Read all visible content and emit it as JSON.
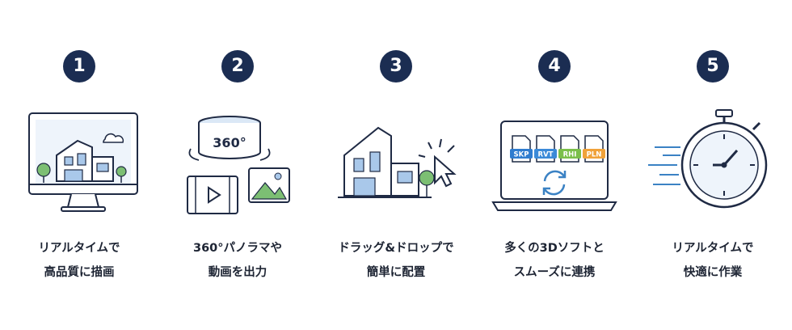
{
  "features": [
    {
      "number": "1",
      "line1": "リアルタイムで",
      "line2": "高品質に描画"
    },
    {
      "number": "2",
      "line1": "360°パノラマや",
      "line2": "動画を出力",
      "sphere_label": "360°"
    },
    {
      "number": "3",
      "line1": "ドラッグ&ドロップで",
      "line2": "簡単に配置"
    },
    {
      "number": "4",
      "line1": "多くの3Dソフトと",
      "line2": "スムーズに連携",
      "file_badges": [
        "SKP",
        "RVT",
        "RHI",
        "PLN"
      ]
    },
    {
      "number": "5",
      "line1": "リアルタイムで",
      "line2": "快適に作業"
    }
  ],
  "colors": {
    "navy": "#1b2d52",
    "outline": "#1f2a44",
    "accent_blue": "#3b82c4",
    "light_blue": "#dbe8f6",
    "green": "#7cbf73",
    "badge_skp": "#2f7ccf",
    "badge_rvt": "#3b8ad8",
    "badge_rhi": "#7bbf4a",
    "badge_pln": "#f0a23a"
  }
}
